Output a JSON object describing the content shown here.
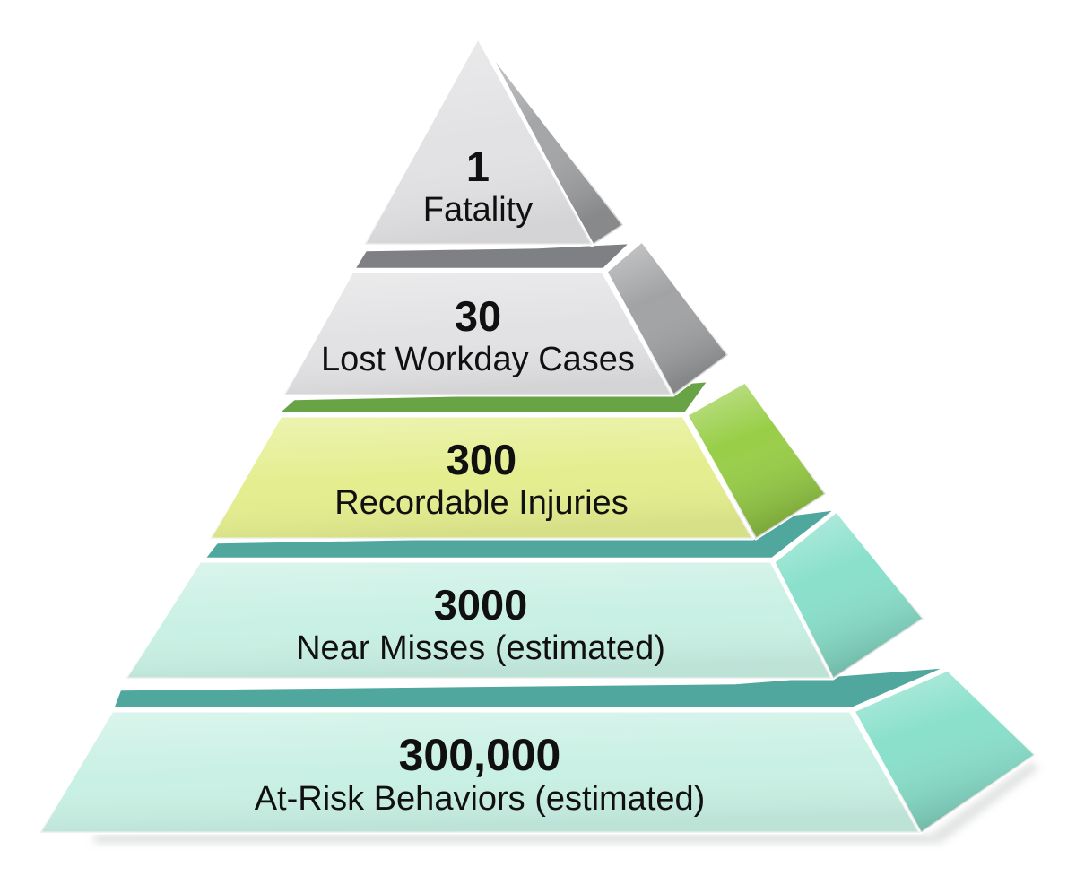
{
  "background_color": "#ffffff",
  "text_color": "#101010",
  "tiers": [
    {
      "value": "1",
      "label": "Fatality",
      "colors": {
        "front": "#e2e2e4",
        "side": "#a4a5a7"
      }
    },
    {
      "value": "30",
      "label": "Lost Workday Cases",
      "colors": {
        "front": "#e2e2e4",
        "side": "#a2a3a5",
        "top": "#7f8083"
      }
    },
    {
      "value": "300",
      "label": "Recordable Injuries",
      "colors": {
        "front": "#e4ee8f",
        "side": "#98ce47",
        "top": "#68a346"
      }
    },
    {
      "value": "3000",
      "label": "Near Misses (estimated)",
      "colors": {
        "front": "#c9f0e4",
        "side": "#89e0cb",
        "top": "#4fa79d"
      }
    },
    {
      "value": "300,000",
      "label": "At-Risk Behaviors (estimated)",
      "colors": {
        "front": "#c9f0e4",
        "side": "#89e0cb",
        "top": "#4fa79d"
      }
    }
  ],
  "chart_data": {
    "type": "pyramid",
    "categories": [
      "Fatality",
      "Lost Workday Cases",
      "Recordable Injuries",
      "Near Misses (estimated)",
      "At-Risk Behaviors (estimated)"
    ],
    "values": [
      1,
      30,
      300,
      3000,
      300000
    ]
  }
}
